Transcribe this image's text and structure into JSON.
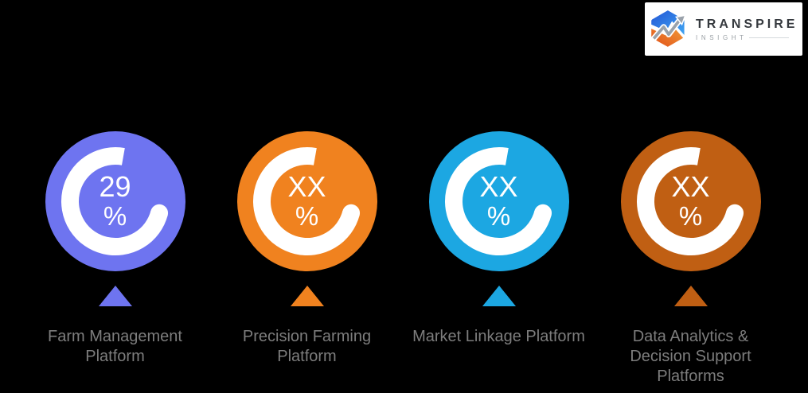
{
  "logo": {
    "brand": "TRANSPIRE",
    "tagline": "INSIGHT",
    "icon": "transpire-hex-arrow-icon",
    "colors": {
      "blue": "#2f7ae6",
      "blue_light": "#3fa5f2",
      "orange": "#e8641e",
      "orange_light": "#f29a38",
      "arrow_gray": "#9aa2ab",
      "text_dark": "#35393e",
      "text_gray": "#9aa0a5"
    }
  },
  "chart_data": {
    "type": "pie",
    "subtype": "donut-stat-row",
    "title": "",
    "categories": [
      "Farm Management Platform",
      "Precision Farming Platform",
      "Market Linkage Platform",
      "Data Analytics & Decision Support Platforms"
    ],
    "values": [
      "29%",
      "XX%",
      "XX%",
      "XX%"
    ],
    "known_numeric_values": [
      29,
      null,
      null,
      null
    ],
    "colors": [
      "#6e74f0",
      "#f0821f",
      "#1ca7e2",
      "#c05f13"
    ],
    "legend_position": "below-each-donut",
    "grid": false
  },
  "platforms": [
    {
      "value": "29",
      "unit": "%",
      "label": "Farm Management\nPlatform",
      "color": "#6e74f0"
    },
    {
      "value": "XX",
      "unit": "%",
      "label": "Precision Farming\nPlatform",
      "color": "#f0821f"
    },
    {
      "value": "XX",
      "unit": "%",
      "label": "Market Linkage Platform",
      "color": "#1ca7e2"
    },
    {
      "value": "XX",
      "unit": "%",
      "label": "Data Analytics &\nDecision Support\nPlatforms",
      "color": "#c05f13"
    }
  ]
}
